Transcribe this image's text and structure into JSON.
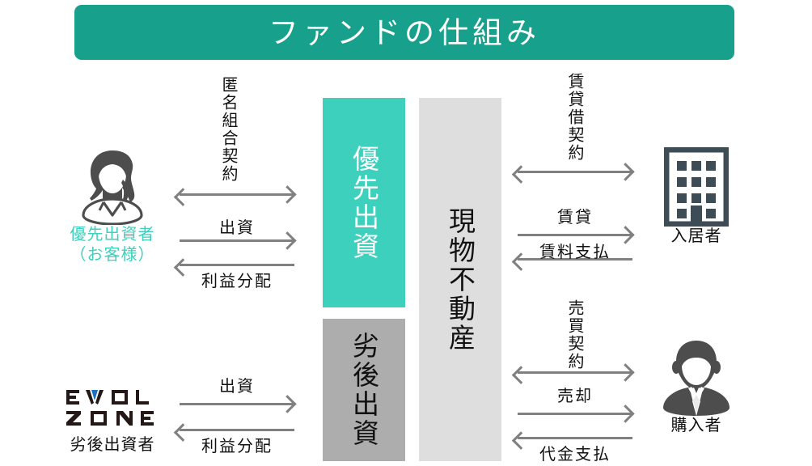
{
  "banner": {
    "title": "ファンドの仕組み",
    "background": "#17a08c",
    "text_color": "#ffffff"
  },
  "colors": {
    "banner_teal": "#17a08c",
    "accent_teal": "#3dd0bc",
    "senior_column": "#3dd0bc",
    "junior_column": "#adadad",
    "property_column": "#dedede",
    "arrow_gray": "#808080",
    "building_icon": "#3d4c55",
    "person_icon": "#4d4d4d",
    "logo_dark": "#231815",
    "logo_blue": "#1a6fc4"
  },
  "columns": {
    "senior": {
      "label": "優先出資",
      "color": "#3dd0bc",
      "text_color": "#ffffff"
    },
    "junior": {
      "label": "劣後出資",
      "color": "#adadad",
      "text_color": "#111111"
    },
    "property": {
      "label": "現物不動産",
      "color": "#dedede",
      "text_color": "#111111"
    }
  },
  "actors": {
    "senior_investor": {
      "icon": "woman-avatar-icon",
      "label_line1": "優先出資者",
      "label_line2": "（お客様）",
      "label_color": "#3dd0bc"
    },
    "junior_investor": {
      "icon": "evol-zone-logo",
      "logo_line1": "EVOL",
      "logo_line2": "ZONE",
      "label": "劣後出資者",
      "label_color": "#111111"
    },
    "tenant": {
      "icon": "building-icon",
      "label": "入居者",
      "label_color": "#111111"
    },
    "buyer": {
      "icon": "businessman-icon",
      "label": "購入者",
      "label_color": "#111111"
    }
  },
  "flows": {
    "left_top": {
      "contract": "匿名組合契約",
      "outbound": "出資",
      "inbound": "利益分配"
    },
    "left_bottom": {
      "outbound": "出資",
      "inbound": "利益分配"
    },
    "right_top": {
      "contract": "賃貸借契約",
      "outbound": "賃貸",
      "inbound": "賃料支払"
    },
    "right_bottom": {
      "contract": "売買契約",
      "outbound": "売却",
      "inbound": "代金支払"
    }
  }
}
